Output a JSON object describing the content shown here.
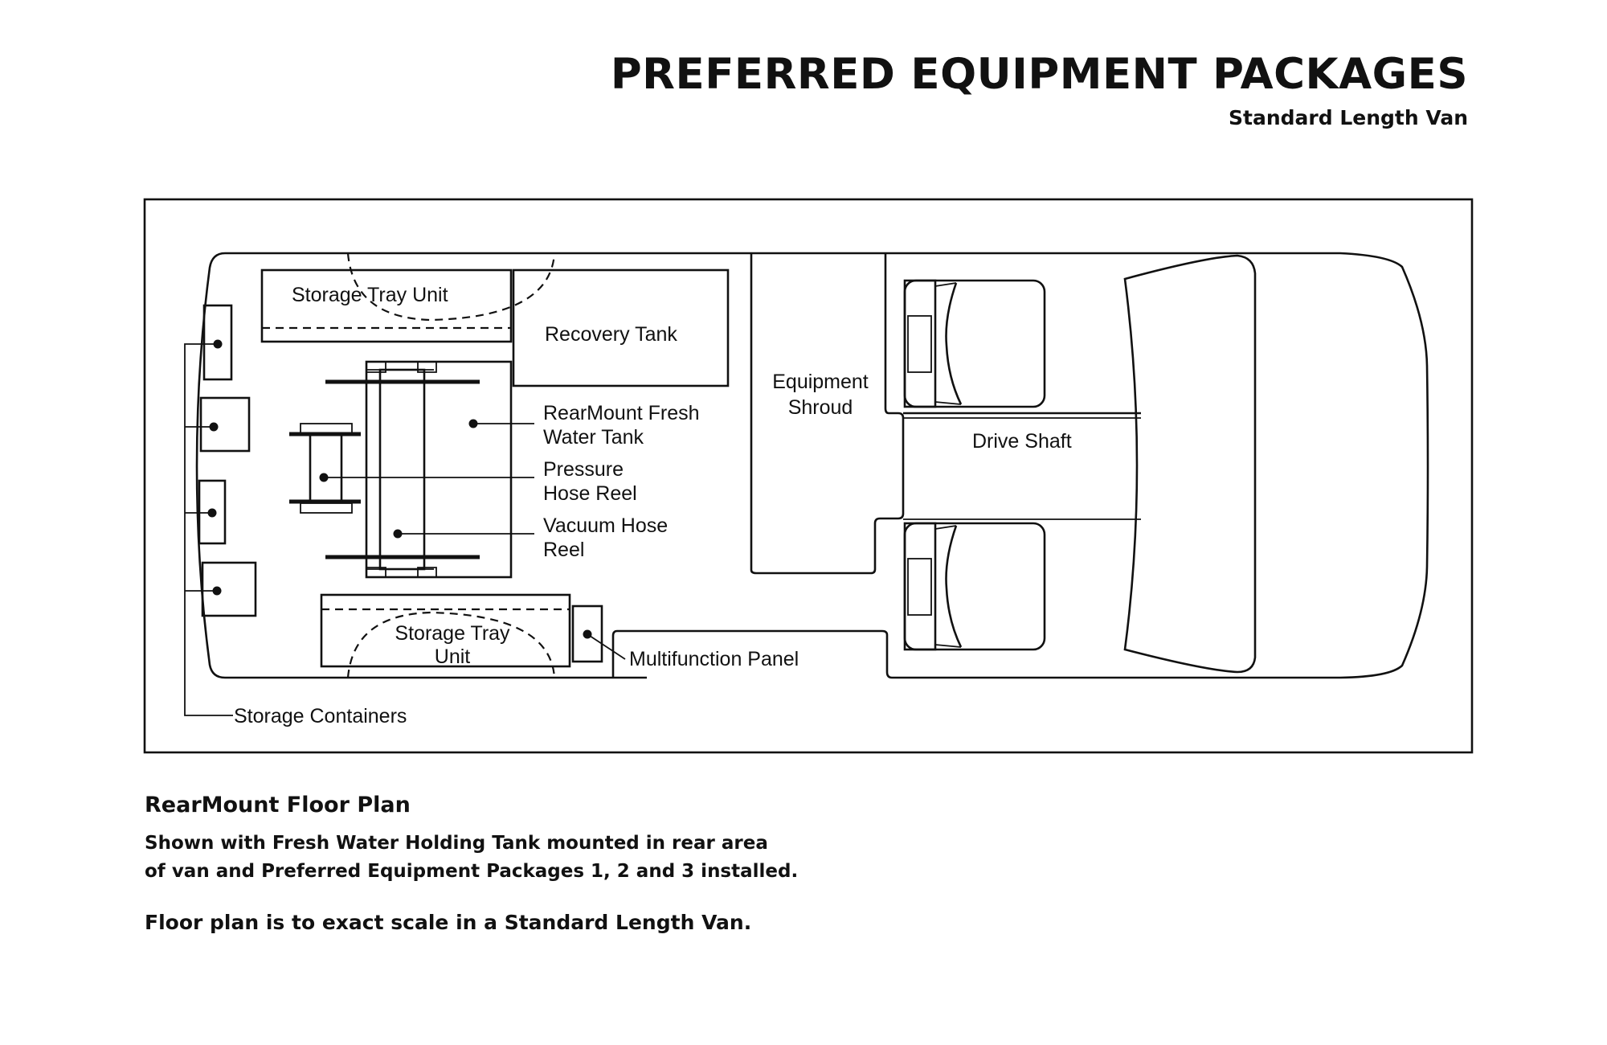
{
  "header": {
    "title": "PREFERRED EQUIPMENT PACKAGES",
    "subtitle": "Standard Length Van"
  },
  "floor_plan": {
    "labels": {
      "storage_tray_top": "Storage Tray Unit",
      "recovery_tank": "Recovery Tank",
      "fresh_water_tank": [
        "RearMount Fresh",
        "Water Tank"
      ],
      "pressure_hose_reel": [
        "Pressure",
        "Hose Reel"
      ],
      "vacuum_hose_reel": [
        "Vacuum Hose",
        "Reel"
      ],
      "storage_tray_bottom": [
        "Storage Tray",
        "Unit"
      ],
      "multifunction_panel": "Multifunction Panel",
      "storage_containers": "Storage Containers",
      "equipment_shroud": [
        "Equipment",
        "Shroud"
      ],
      "drive_shaft": "Drive Shaft"
    }
  },
  "caption": {
    "title": "RearMount Floor Plan",
    "line1": "Shown with Fresh Water Holding Tank mounted in rear area",
    "line2": "of van and Preferred Equipment Packages 1, 2 and 3 installed.",
    "note": "Floor plan is to exact scale in a Standard Length Van."
  }
}
